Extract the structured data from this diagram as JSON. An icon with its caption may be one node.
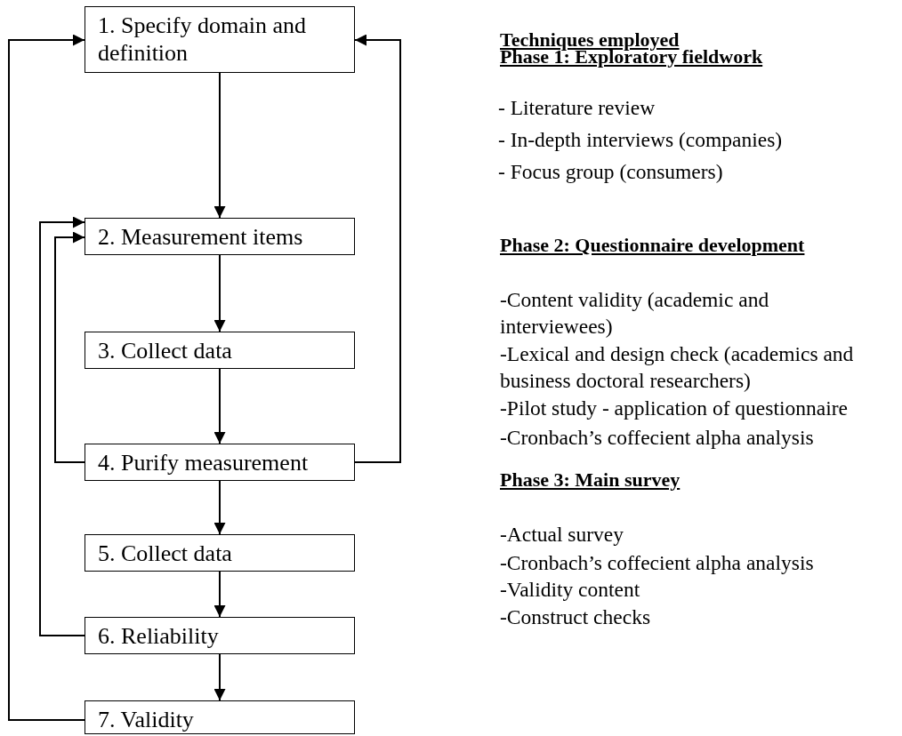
{
  "diagram": {
    "nodes": [
      {
        "text": [
          "1. Specify domain and definition"
        ]
      },
      {
        "text": [
          "2. Measurement items"
        ]
      },
      {
        "text": [
          "3. Collect data"
        ]
      },
      {
        "text": [
          "4. Purify measurement"
        ]
      },
      {
        "text": [
          "5. Collect data"
        ]
      },
      {
        "text": [
          "6. Reliability"
        ]
      },
      {
        "text": [
          "7. Validity"
        ]
      }
    ],
    "edges": [
      {
        "from": 0,
        "to": 1,
        "arrow": "to"
      },
      {
        "from": 1,
        "to": 2,
        "arrow": "to"
      },
      {
        "from": 2,
        "to": 3,
        "arrow": "to"
      },
      {
        "from": 3,
        "to": 4,
        "arrow": "to"
      },
      {
        "from": 4,
        "to": 5,
        "arrow": "to"
      },
      {
        "from": 5,
        "to": 6,
        "arrow": "to"
      },
      {
        "from": 3,
        "to": 1,
        "arrow": "to"
      },
      {
        "from": 5,
        "to": 1,
        "arrow": "to"
      },
      {
        "from": 6,
        "to": 0,
        "arrow": "to"
      },
      {
        "from": 3,
        "to": 0,
        "arrow": "to"
      }
    ],
    "labels": [
      "Techniques employed",
      "Phase 1: Exploratory fieldwork",
      "- Literature review",
      "- In-depth interviews (companies)",
      "- Focus group (consumers)",
      "Phase 2: Questionnaire development",
      "-Content validity (academic and interviewees)",
      "-Lexical and design check (academics and business doctoral researchers)",
      "-Pilot study - application of questionnaire",
      "-Cronbach’s coffecient alpha analysis",
      "Phase 3: Main survey",
      "-Actual survey",
      "-Cronbach’s coffecient alpha analysis",
      "-Validity content",
      "-Construct checks"
    ]
  }
}
